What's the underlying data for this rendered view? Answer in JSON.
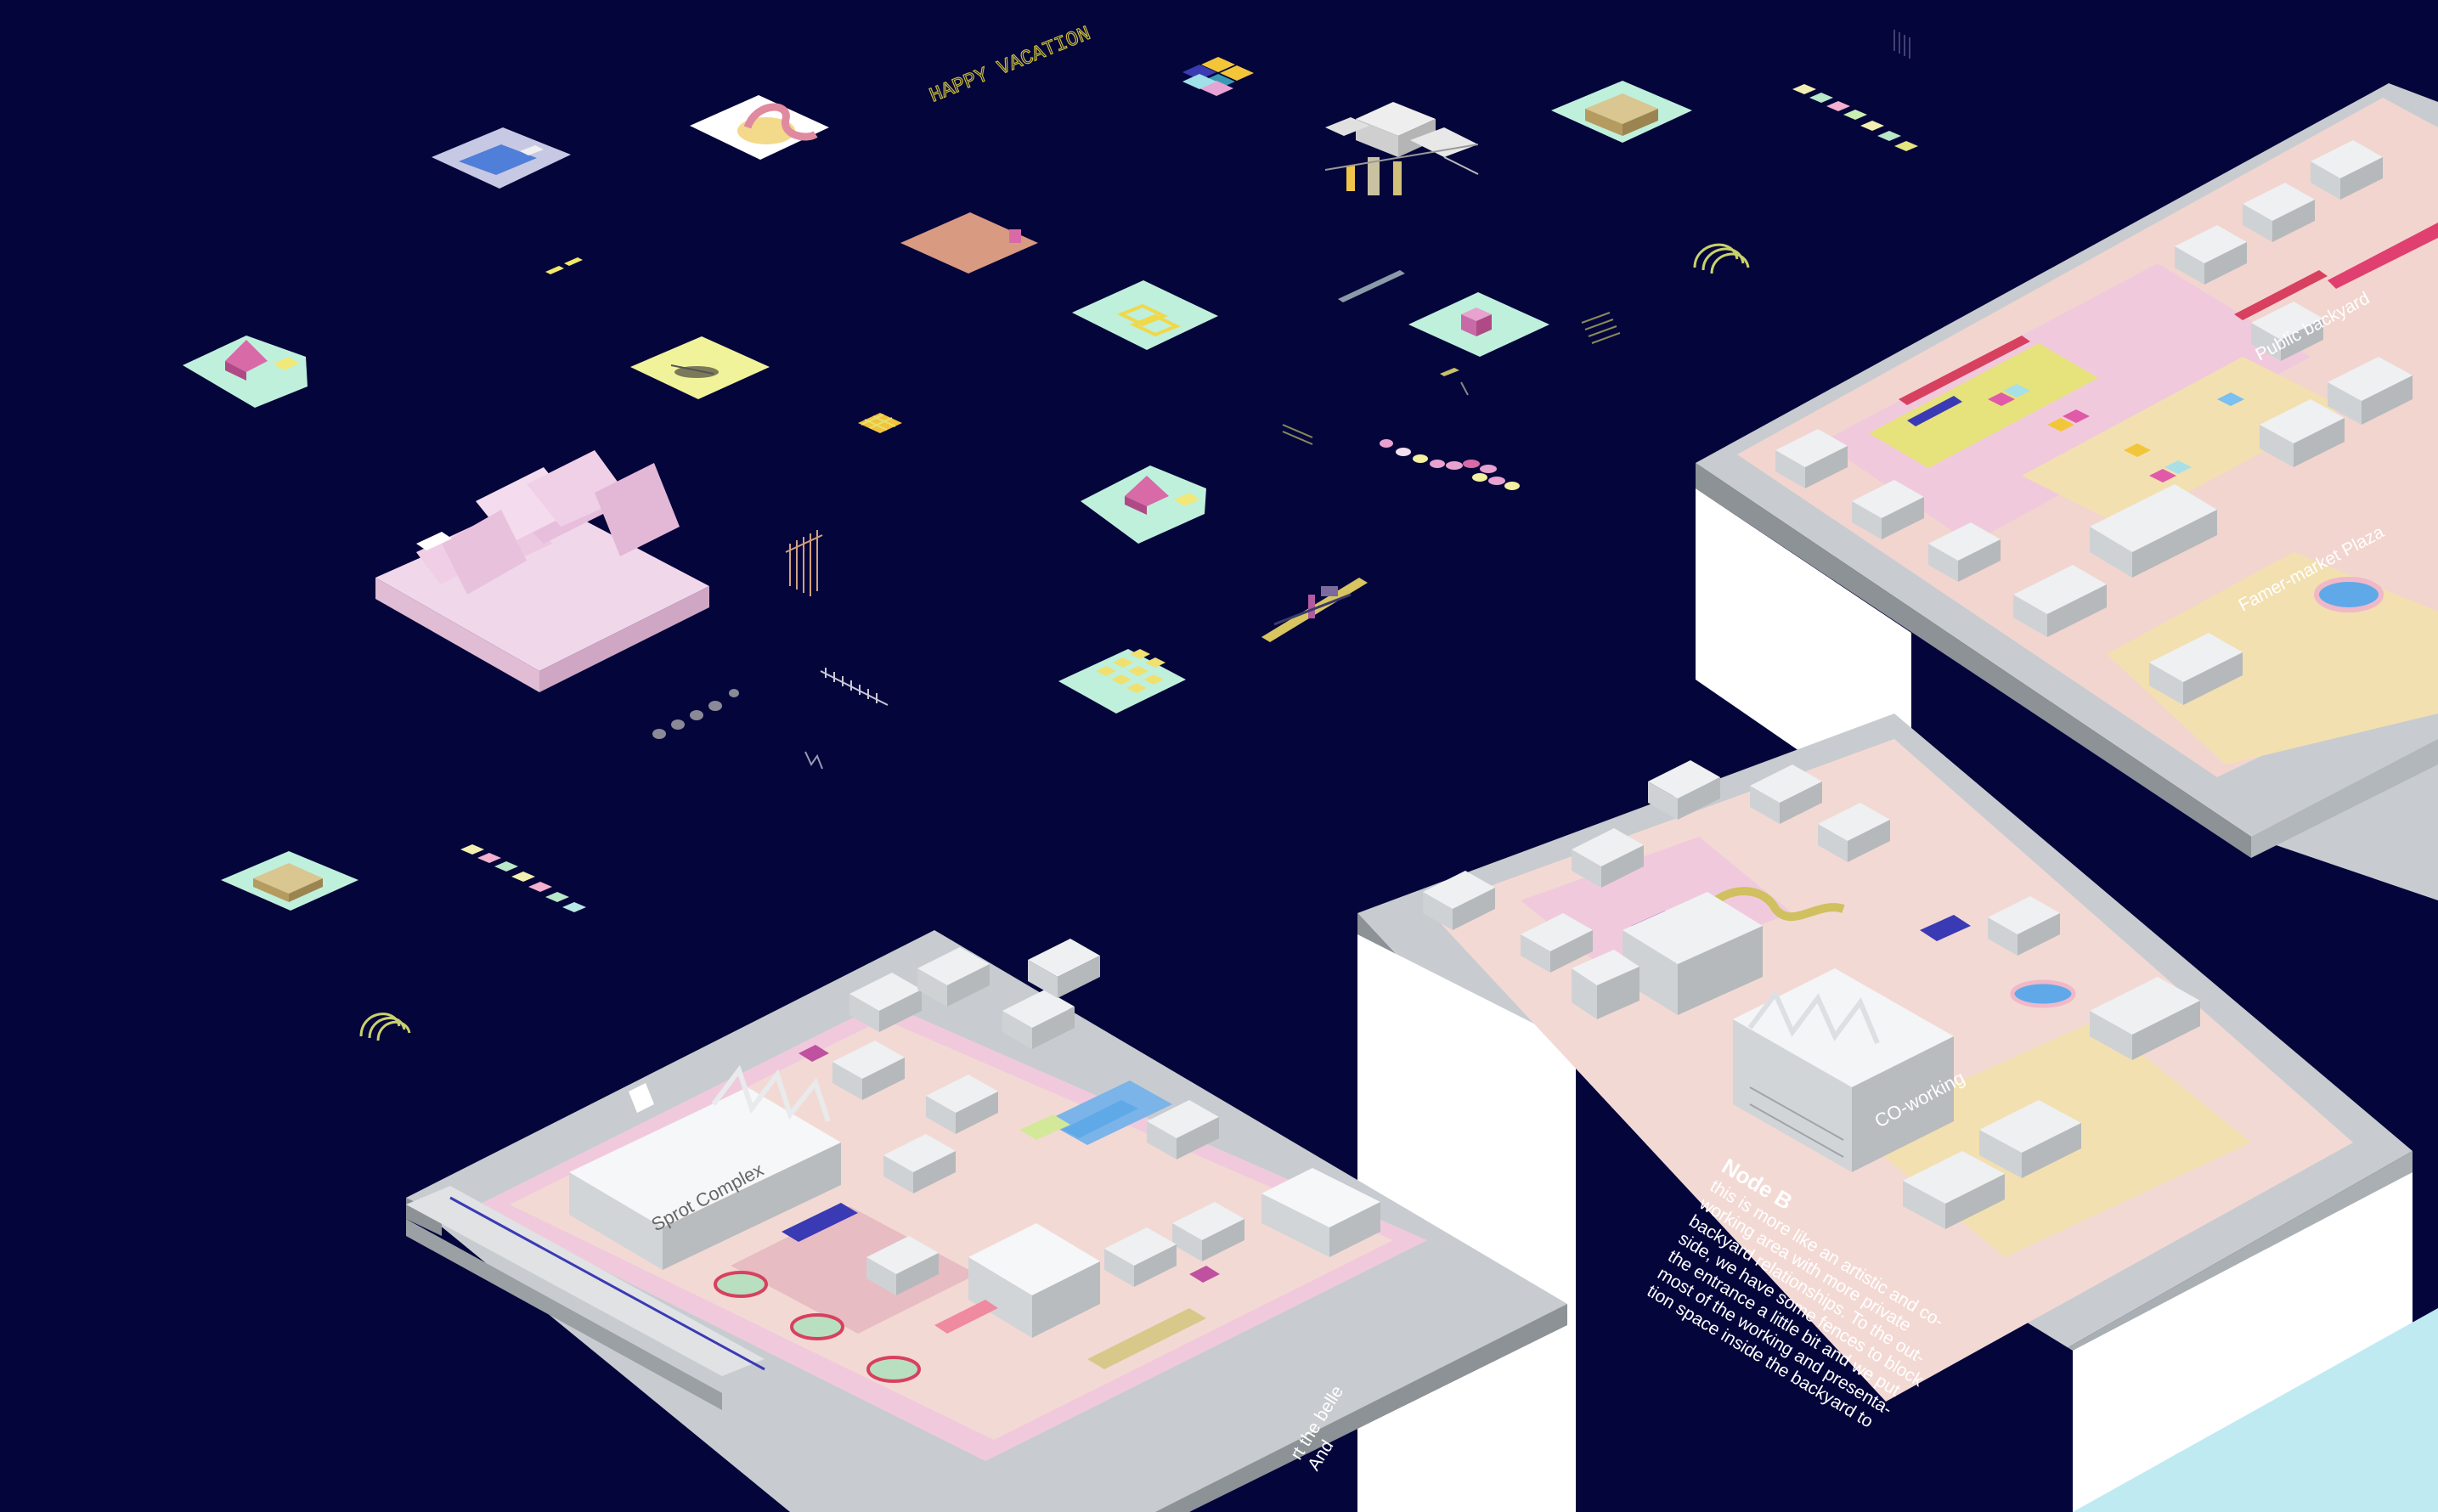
{
  "colors": {
    "background": "#04053a",
    "slab_top": "#c8ccd0",
    "slab_side": "#ffffff",
    "slab_dark": "#8c9296",
    "building": "#eef0f2",
    "pink_block": "#e6c3dc",
    "mint": "#bff0dc",
    "yellow": "#f3ef8c",
    "magenta": "#d04fa0",
    "blue_path": "#3a3ab4",
    "water": "#5fa9e8"
  },
  "labels": {
    "happy_vacation": "HAPPY VACATION",
    "sport_complex": "Sprot Complex",
    "co_working": "CO-working",
    "public_backyard": "Public backyard",
    "farmer_market": "Famer-market Plaza"
  },
  "node_b": {
    "title": "Node B",
    "lines": [
      "this is more like an artistic and co-",
      "working area with more private",
      "backyard relationships. To the out-",
      "side, we have some fences to block",
      "the entrance a little bit and we put",
      "most of the working and presenta-",
      "tion space inside the backyard to"
    ]
  },
  "node_a": {
    "lines": [
      "rt the belle",
      "And"
    ]
  }
}
